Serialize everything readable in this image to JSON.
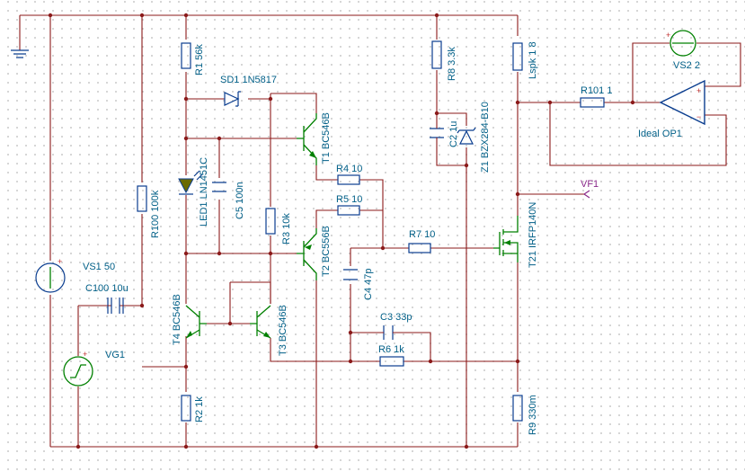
{
  "components": {
    "vs1": "VS1 50",
    "vg1": "VG1",
    "c100": "C100 10u",
    "r100": "R100 100k",
    "r1": "R1 56k",
    "sd1": "SD1 1N5817",
    "led1": "LED1 LN1451C",
    "c5": "C5 100n",
    "r3": "R3 10k",
    "t1": "T1 BC546B",
    "t2": "T2 BC556B",
    "t3": "T3 BC546B",
    "t4": "T4 BC546B",
    "r2": "R2 1k",
    "r4": "R4 10",
    "r5": "R5 10",
    "c4": "C4 47p",
    "c3": "C3 33p",
    "r6": "R6 1k",
    "r7": "R7 10",
    "r8": "R8 3.3k",
    "c2": "C2 1u",
    "z1": "Z1 BZX284-B10",
    "lspk": "Lspk 1 8",
    "t21": "T21 IRFP140N",
    "r9": "R9 330m",
    "r101": "R101 1",
    "vs2": "VS2 2",
    "op1": "Ideal OP1",
    "vf1": "VF1"
  },
  "pins": {
    "plus": "+",
    "minus": "−"
  },
  "colors": {
    "wire": "#8b1a1a",
    "component": "#0a3d8f",
    "transistor": "#008000",
    "label": "#005f87",
    "probe": "#8b2a8b",
    "pin": "#c03030"
  }
}
